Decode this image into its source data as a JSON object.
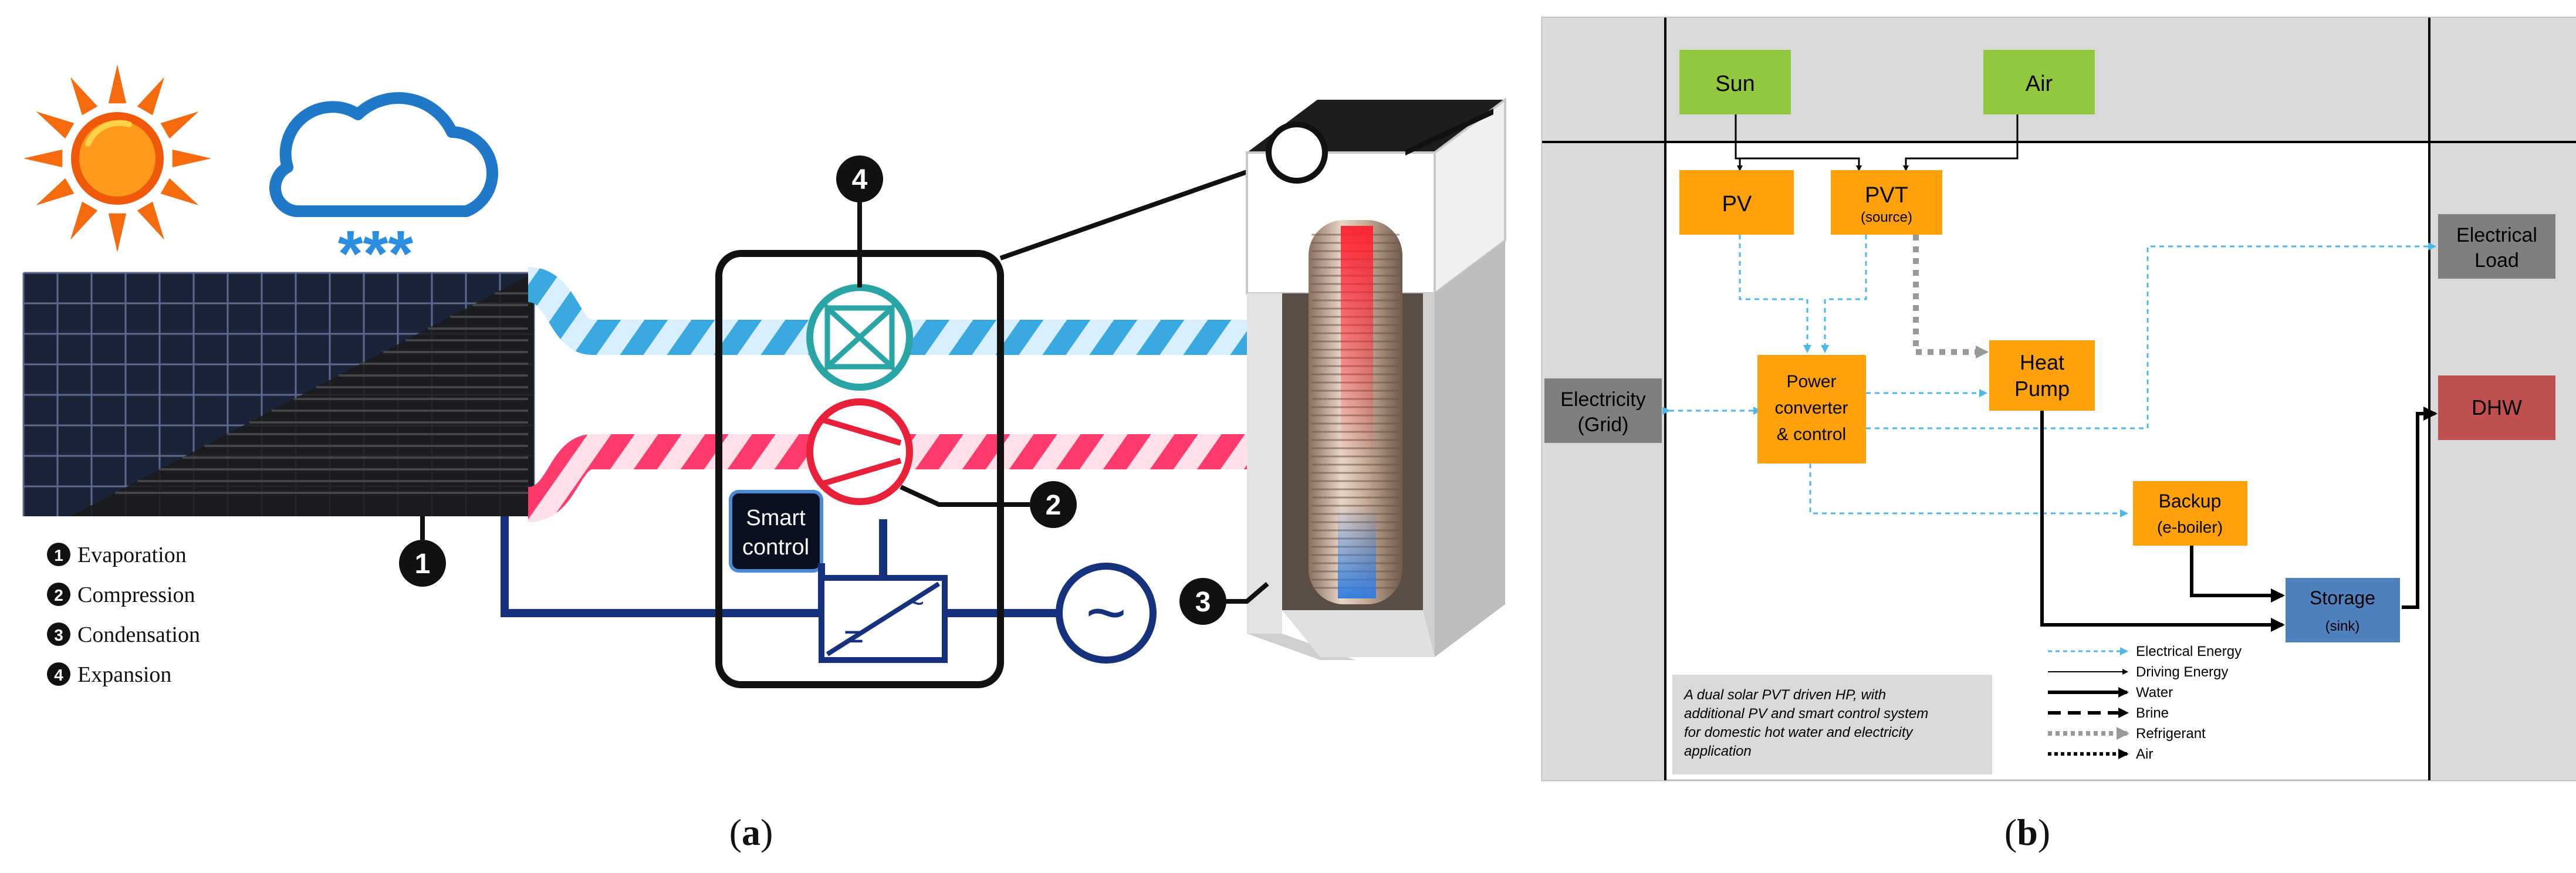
{
  "panel_a": {
    "caption": "(a)",
    "caption_letter": "a",
    "steps": [
      {
        "num": "1",
        "label": "Evaporation"
      },
      {
        "num": "2",
        "label": "Compression"
      },
      {
        "num": "3",
        "label": "Condensation"
      },
      {
        "num": "4",
        "label": "Expansion"
      }
    ],
    "callouts": [
      "1",
      "2",
      "3",
      "4"
    ],
    "smart_control_line1": "Smart",
    "smart_control_line2": "control",
    "ac_symbol": "~",
    "inverter_dc": "=",
    "inverter_ac": "~",
    "snow": "***"
  },
  "panel_b": {
    "caption": "(b)",
    "caption_letter": "b",
    "boxes": {
      "sun": "Sun",
      "air": "Air",
      "pv": "PV",
      "pvt": "PVT",
      "pvt_sub": "(source)",
      "electrical_load_1": "Electrical",
      "electrical_load_2": "Load",
      "electricity_1": "Electricity",
      "electricity_2": "(Grid)",
      "power_1": "Power",
      "power_2": "converter",
      "power_3": "& control",
      "heat_pump_1": "Heat",
      "heat_pump_2": "Pump",
      "dhw": "DHW",
      "backup_1": "Backup",
      "backup_2": "(e-boiler)",
      "storage_1": "Storage",
      "storage_2": "(sink)"
    },
    "legend": [
      "Electrical Energy",
      "Driving Energy",
      "Water",
      "Brine",
      "Refrigerant",
      "Air"
    ],
    "note_lines": [
      "A dual solar PVT driven HP, with",
      "additional PV and smart control system",
      "for domestic hot water and electricity",
      "application"
    ],
    "colors": {
      "green": "#92c83e",
      "orange": "#ffa10a",
      "gray": "#7f7f7f",
      "red": "#c0504d",
      "blue": "#4f81bd",
      "electric_line": "#4db8e8",
      "panel_bg": "#d9d9d9"
    }
  }
}
